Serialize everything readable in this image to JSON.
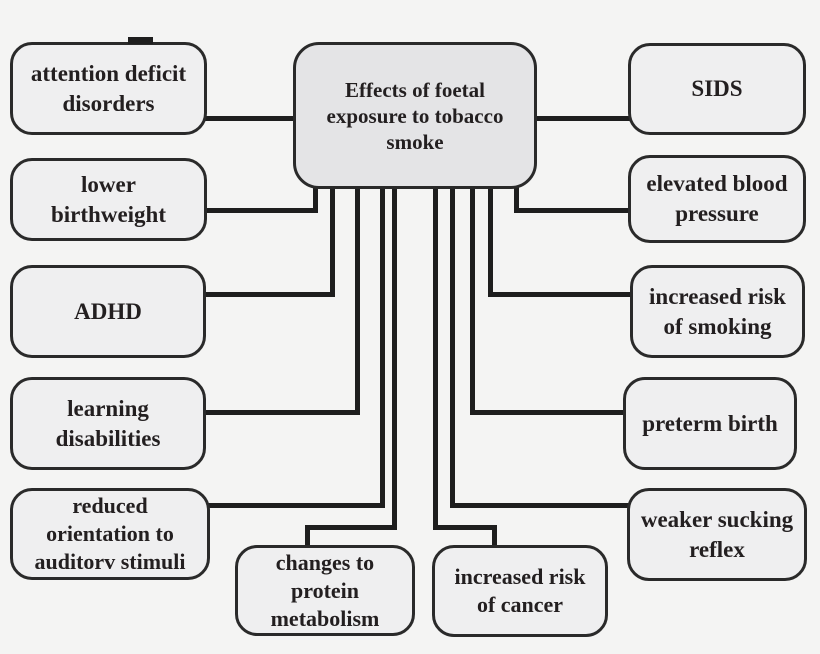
{
  "title": "Effects of foetal exposure to tobacco smoke",
  "colors": {
    "background": "#f4f4f3",
    "box_fill": "#efeff0",
    "center_fill": "#e4e4e6",
    "line": "#1e1e1e",
    "border": "#2a2a2a",
    "text": "#231f20"
  },
  "center": {
    "lines": [
      "Effects of foetal",
      "exposure to tobacco",
      "smoke"
    ]
  },
  "boxes": {
    "left": [
      {
        "id": "attention-deficit-disorders",
        "lines": [
          "attention deficit",
          "disorders"
        ]
      },
      {
        "id": "lower-birthweight",
        "lines": [
          "lower",
          "birthweight"
        ]
      },
      {
        "id": "adhd",
        "lines": [
          "ADHD"
        ]
      },
      {
        "id": "learning-disabilities",
        "lines": [
          "learning",
          "disabilities"
        ]
      },
      {
        "id": "reduced-orientation",
        "lines": [
          "reduced",
          "orientation to",
          "auditorv stimuli"
        ]
      }
    ],
    "right": [
      {
        "id": "sids",
        "lines": [
          "SIDS"
        ]
      },
      {
        "id": "elevated-blood-pressure",
        "lines": [
          "elevated blood",
          "pressure"
        ]
      },
      {
        "id": "increased-risk-of-smoking",
        "lines": [
          "increased risk",
          "of smoking"
        ]
      },
      {
        "id": "preterm-birth",
        "lines": [
          "preterm birth"
        ]
      },
      {
        "id": "weaker-sucking-reflex",
        "lines": [
          "weaker sucking",
          "reflex"
        ]
      }
    ],
    "bottom": [
      {
        "id": "changes-to-protein-metabolism",
        "lines": [
          "changes to",
          "protein",
          "metabolism"
        ]
      },
      {
        "id": "increased-risk-of-cancer",
        "lines": [
          "increased risk",
          "of cancer"
        ]
      }
    ]
  }
}
